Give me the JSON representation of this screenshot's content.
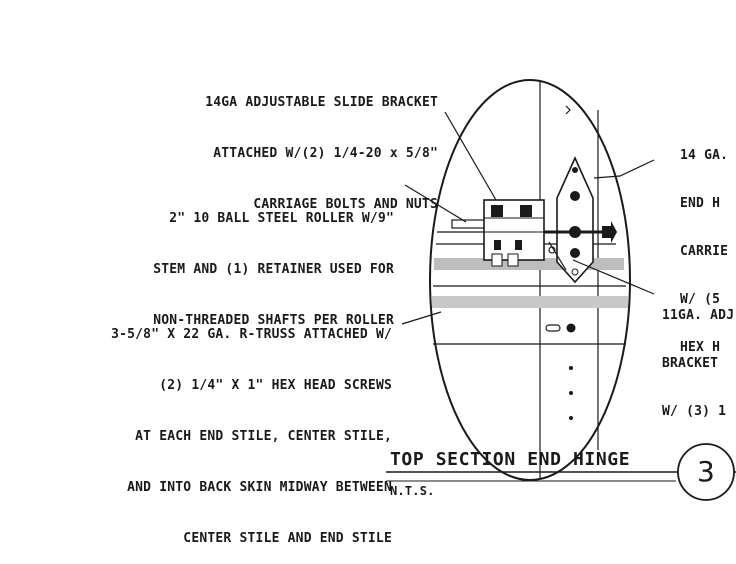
{
  "callouts": {
    "slide_bracket": [
      "14GA ADJUSTABLE SLIDE BRACKET",
      "ATTACHED W/(2) 1/4-20 x 5/8\"",
      "CARRIAGE BOLTS AND NUTS"
    ],
    "roller": [
      "2\" 10 BALL STEEL ROLLER W/9\"",
      "STEM AND (1) RETAINER USED FOR",
      "NON-THREADED SHAFTS PER ROLLER"
    ],
    "r_truss": [
      "3-5/8\" X 22 GA. R-TRUSS ATTACHED W/",
      "(2) 1/4\" X 1\" HEX HEAD SCREWS",
      "AT EACH END STILE, CENTER STILE,",
      "AND INTO BACK SKIN MIDWAY BETWEEN",
      "CENTER STILE AND END STILE"
    ],
    "end_hinge": [
      "14 GA.",
      "END H",
      "CARRIE",
      "W/ (5",
      "HEX H"
    ],
    "adj_bracket": [
      "11GA. ADJ.",
      "BRACKET",
      "W/ (3) 1"
    ]
  },
  "title": {
    "text": "TOP SECTION END HINGE",
    "scale": "N.T.S.",
    "detail_number": "3"
  }
}
